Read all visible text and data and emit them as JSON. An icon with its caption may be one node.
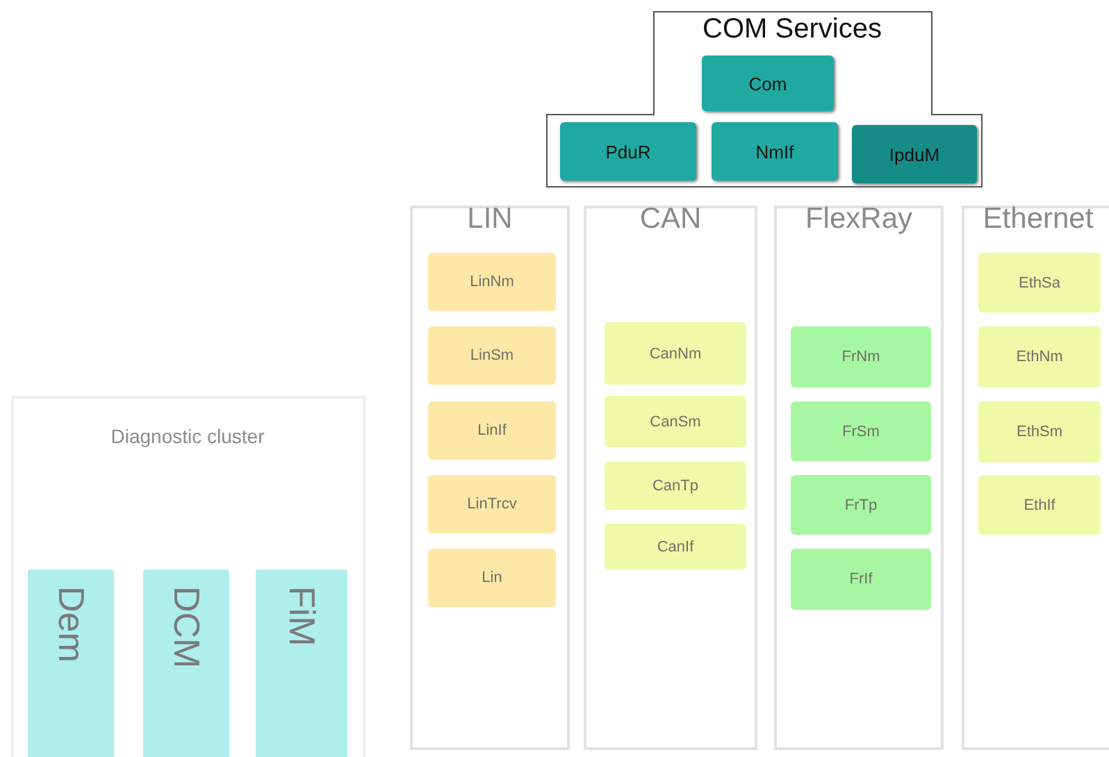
{
  "diagram": {
    "nodes": [
      {
        "text": [
          "COM Services"
        ]
      },
      {
        "text": [
          "Com"
        ],
        "in": 0
      },
      {
        "text": [
          "PduR"
        ],
        "in": 0
      },
      {
        "text": [
          "NmIf"
        ],
        "in": 0
      },
      {
        "text": [
          "IpduM"
        ],
        "in": 0
      },
      {
        "text": [
          "LIN"
        ]
      },
      {
        "text": [
          "LinNm"
        ],
        "in": 5
      },
      {
        "text": [
          "LinSm"
        ],
        "in": 5
      },
      {
        "text": [
          "LinIf"
        ],
        "in": 5
      },
      {
        "text": [
          "LinTrcv"
        ],
        "in": 5
      },
      {
        "text": [
          "Lin"
        ],
        "in": 5
      },
      {
        "text": [
          "CAN"
        ]
      },
      {
        "text": [
          "CanNm"
        ],
        "in": 11
      },
      {
        "text": [
          "CanSm"
        ],
        "in": 11
      },
      {
        "text": [
          "CanTp"
        ],
        "in": 11
      },
      {
        "text": [
          "CanIf"
        ],
        "in": 11
      },
      {
        "text": [
          "FlexRay"
        ]
      },
      {
        "text": [
          "FrNm"
        ],
        "in": 16
      },
      {
        "text": [
          "FrSm"
        ],
        "in": 16
      },
      {
        "text": [
          "FrTp"
        ],
        "in": 16
      },
      {
        "text": [
          "FrIf"
        ],
        "in": 16
      },
      {
        "text": [
          "Ethernet"
        ]
      },
      {
        "text": [
          "EthSa"
        ],
        "in": 21
      },
      {
        "text": [
          "EthNm"
        ],
        "in": 21
      },
      {
        "text": [
          "EthSm"
        ],
        "in": 21
      },
      {
        "text": [
          "EthIf"
        ],
        "in": 21
      },
      {
        "text": [
          "Diagnostic cluster"
        ]
      },
      {
        "text": [
          "Dem"
        ],
        "in": 26
      },
      {
        "text": [
          "DCM"
        ],
        "in": 26
      },
      {
        "text": [
          "FiM"
        ],
        "in": 26
      }
    ]
  }
}
